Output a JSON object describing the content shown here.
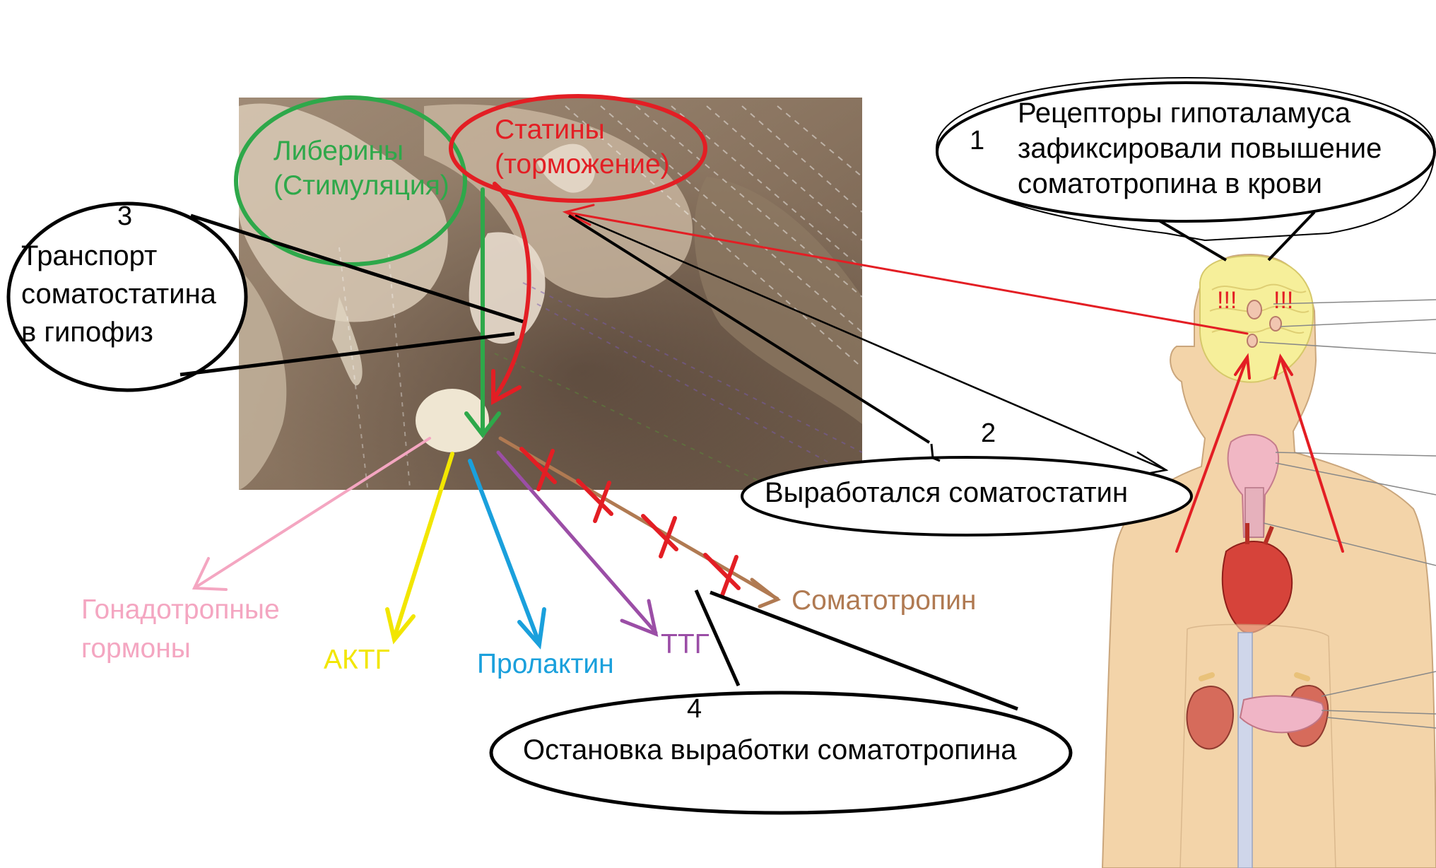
{
  "colors": {
    "liberins": "#2ea84a",
    "statins": "#e31e24",
    "gonadotropic": "#f4a6c1",
    "actg": "#f2e600",
    "prolactin": "#1aa0dc",
    "ttg": "#9b4ea6",
    "somatotropin": "#b07a52",
    "callout": "#000000",
    "alarm": "#e31e24",
    "skin": "#f3d4a9"
  },
  "anatomy": {
    "brain_section_image": "pituitary-hypothalamus-section",
    "body_image": "human-torso-endocrine-organs"
  },
  "labels": {
    "liberins_line1": "Либерины",
    "liberins_line2": "(Стимуляция)",
    "statins_line1": "Статины",
    "statins_line2": "(торможение)",
    "gonadotropic_line1": "Гонадотропные",
    "gonadotropic_line2": "гормоны",
    "actg": "АКТГ",
    "prolactin": "Пролактин",
    "ttg": "ТТГ",
    "somatotropin": "Соматотропин"
  },
  "callouts": {
    "c1": {
      "number": "1",
      "lines": [
        "Рецепторы гипоталамуса",
        "зафиксировали повышение",
        "соматотропина в крови"
      ]
    },
    "c2": {
      "number": "2",
      "text": "Выработался соматостатин"
    },
    "c3": {
      "number": "3",
      "lines": [
        "Транспорт",
        "соматостатина",
        "в гипофиз"
      ]
    },
    "c4": {
      "number": "4",
      "text": "Остановка выработки соматотропина"
    }
  },
  "alarm_marks": [
    "!!!",
    "!!!"
  ]
}
